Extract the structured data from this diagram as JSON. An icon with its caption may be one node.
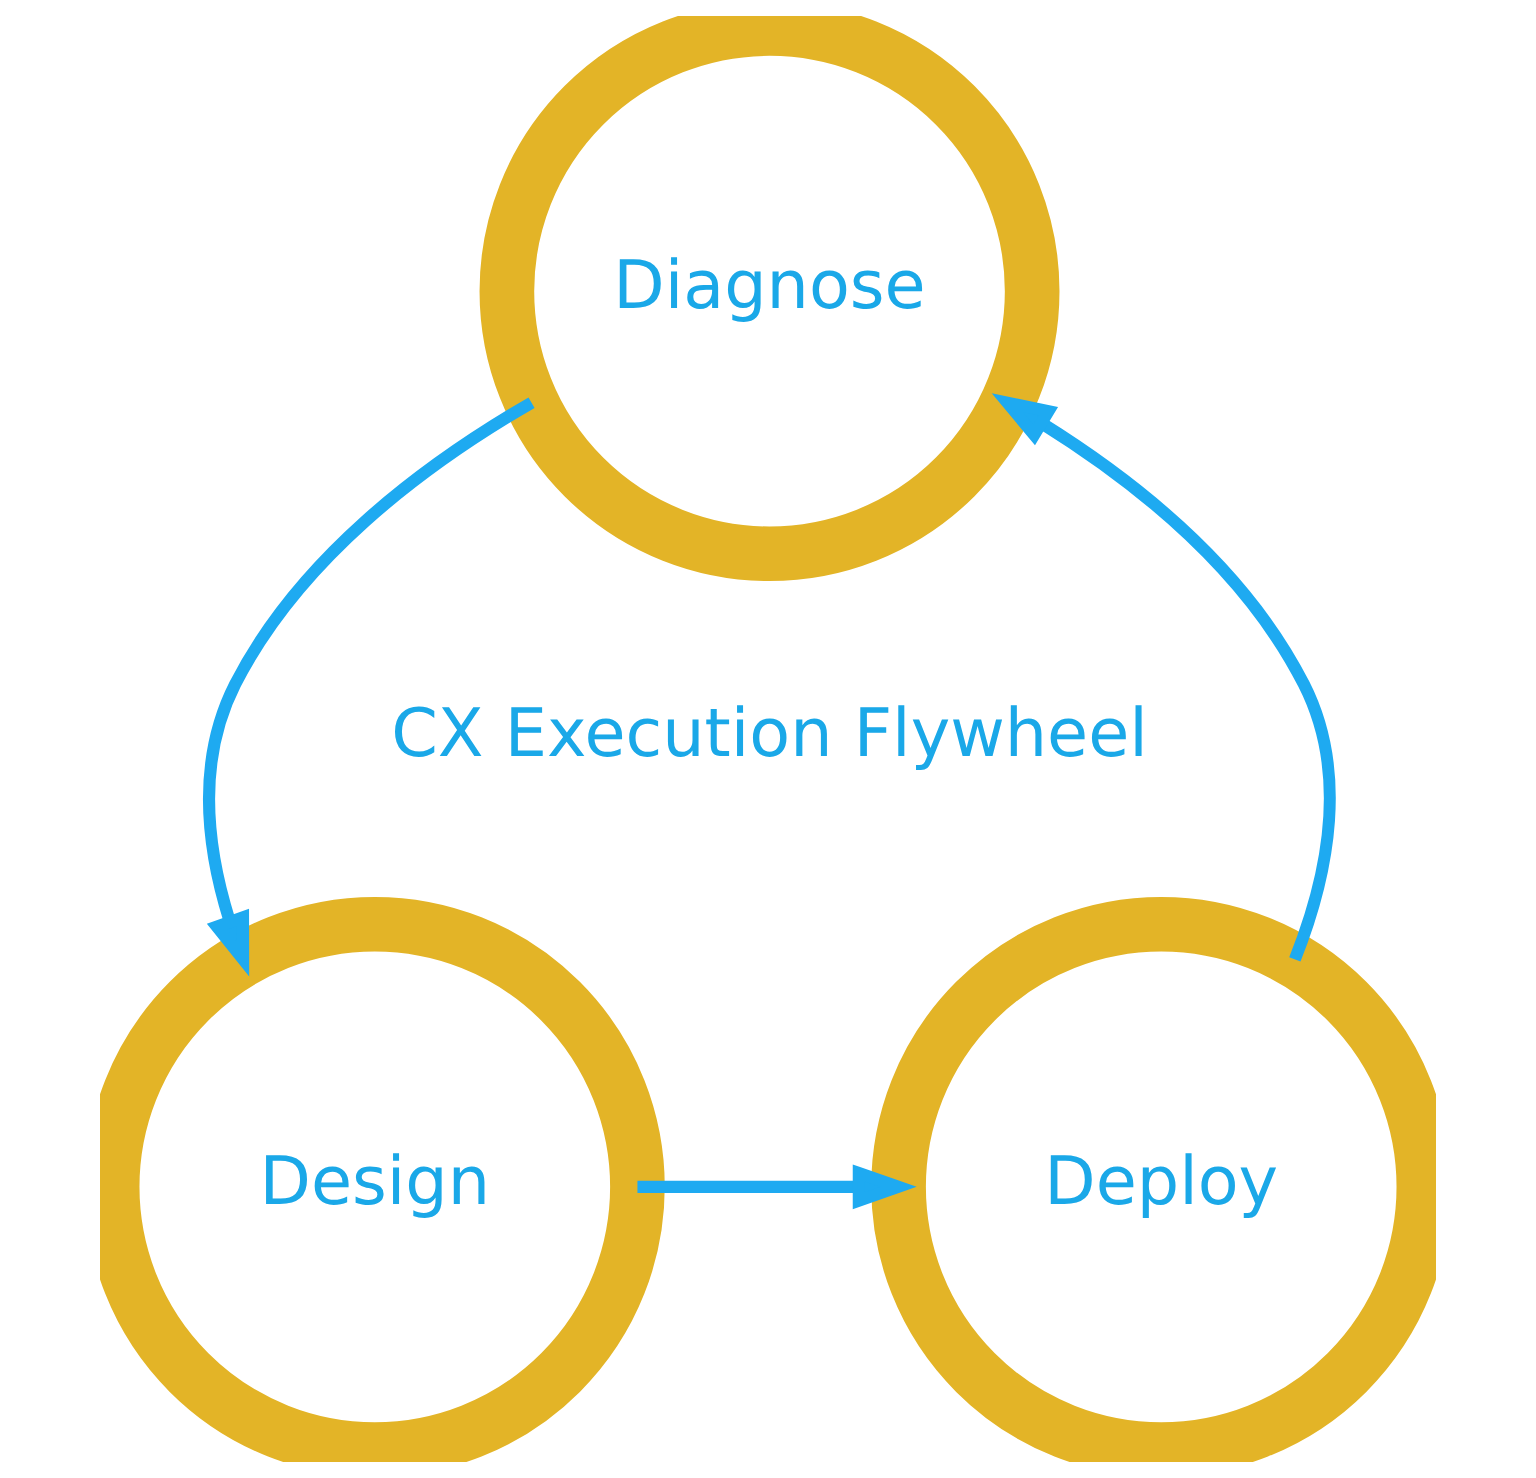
{
  "diagram": {
    "nodes": [
      {
        "text": [
          "Diagnose"
        ]
      },
      {
        "text": [
          "Deploy"
        ]
      },
      {
        "text": [
          "Design"
        ]
      }
    ],
    "edges": [
      {
        "from": 0,
        "to": 2,
        "arrow": "to"
      },
      {
        "from": 2,
        "to": 1,
        "arrow": "to"
      },
      {
        "from": 1,
        "to": 0,
        "arrow": "to"
      }
    ],
    "labels": [
      "CX Execution Flywheel"
    ]
  }
}
